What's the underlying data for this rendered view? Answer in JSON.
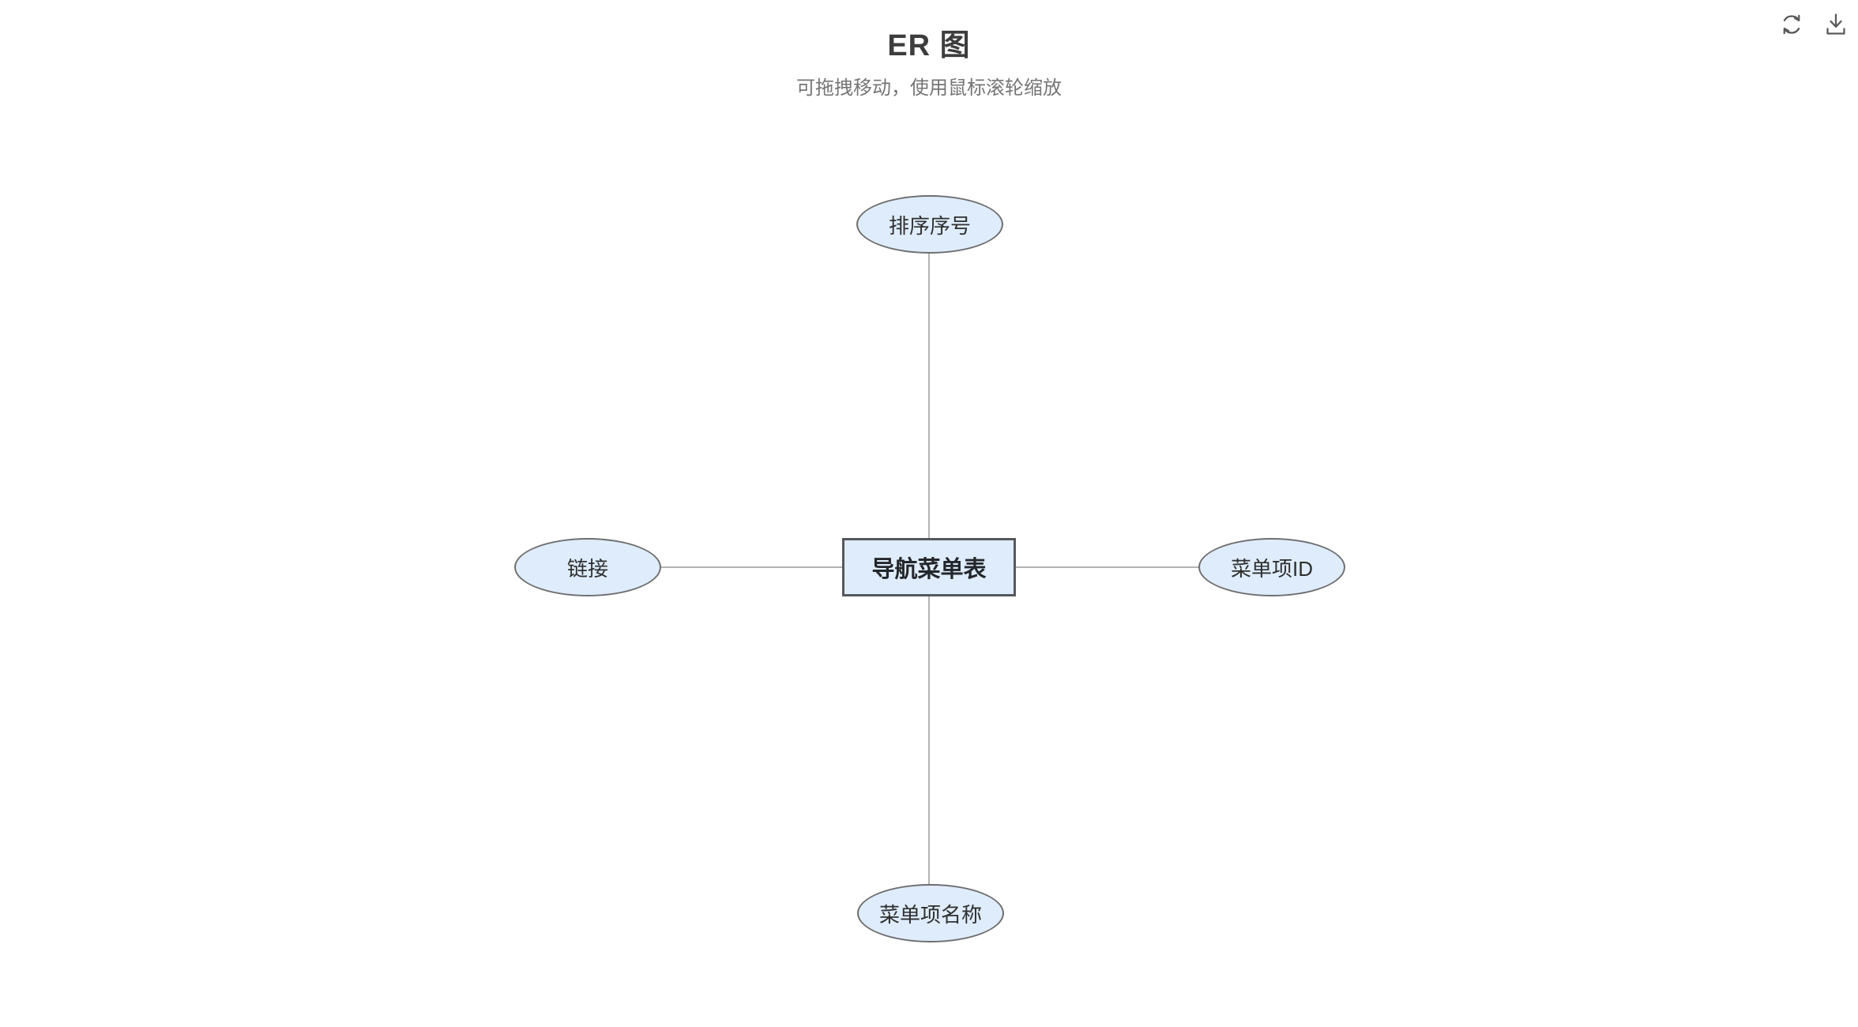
{
  "header": {
    "title": "ER 图",
    "subtitle": "可拖拽移动，使用鼠标滚轮缩放"
  },
  "toolbar": {
    "buttons": [
      {
        "name": "refresh",
        "icon": "refresh-icon"
      },
      {
        "name": "download",
        "icon": "download-icon"
      }
    ]
  },
  "diagram": {
    "entity": {
      "label": "导航菜单表"
    },
    "attributes": [
      {
        "position": "top",
        "label": "排序序号"
      },
      {
        "position": "left",
        "label": "链接"
      },
      {
        "position": "right",
        "label": "菜单项ID"
      },
      {
        "position": "bottom",
        "label": "菜单项名称"
      }
    ],
    "connectors": [
      {
        "from": "entity",
        "to": "top"
      },
      {
        "from": "entity",
        "to": "left"
      },
      {
        "from": "entity",
        "to": "right"
      },
      {
        "from": "entity",
        "to": "bottom"
      }
    ]
  },
  "colors": {
    "node_fill": "#dfecfb",
    "entity_border": "#55595e",
    "attribute_border": "#6e6e6e",
    "connector": "#b3b3b3",
    "title_text": "#3d3d3d",
    "subtitle_text": "#757575",
    "icon": "#5a5a5a"
  }
}
